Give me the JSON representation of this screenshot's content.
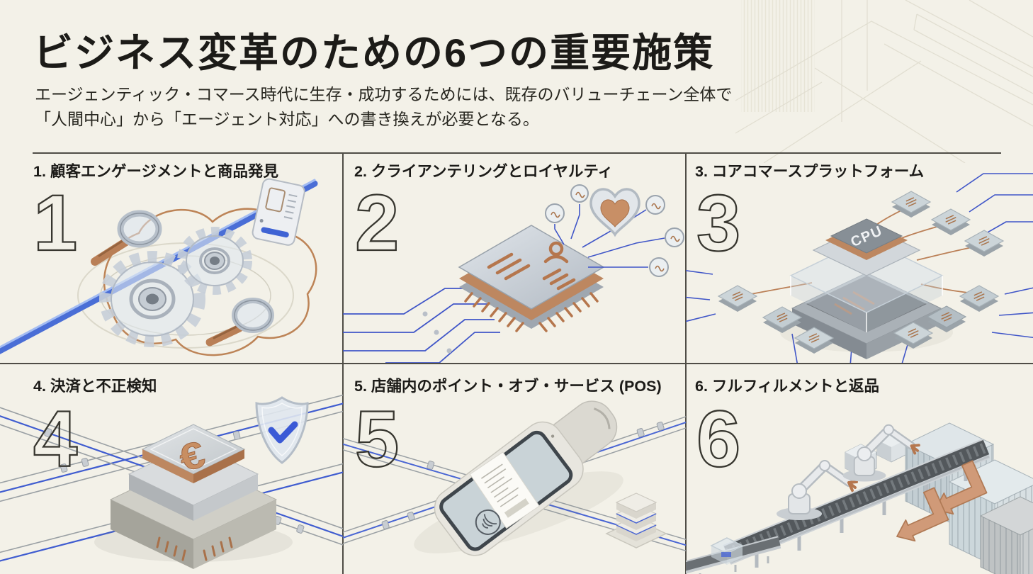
{
  "page": {
    "title": "ビジネス変革のための6つの重要施策",
    "subtitle_line1": "エージェンティック・コマース時代に生存・成功するためには、既存のバリューチェーン全体で",
    "subtitle_line2": "「人間中心」から「エージェント対応」への書き換えが必要となる。"
  },
  "colors": {
    "background": "#f3f1e8",
    "divider": "#4f4d46",
    "heading_text": "#1c1b18",
    "body_text": "#27261f",
    "outline_number_stroke": "#37362f",
    "accent_blue": "#3f5ed2",
    "copper": "#bd8054",
    "metal_silver": "#ccd4da"
  },
  "panels": [
    {
      "number": "1",
      "label": "1. 顧客エンゲージメントと商品発見",
      "icons": [
        "gear-icon",
        "magnifier-icon",
        "product-card-icon",
        "data-stream-icon"
      ]
    },
    {
      "number": "2",
      "label": "2. クライアンテリングとロイヤルティ",
      "icons": [
        "customer-chip-icon",
        "heart-icon",
        "loyalty-node-icon",
        "circuit-trace-icon"
      ]
    },
    {
      "number": "3",
      "label": "3. コアコマースプラットフォーム",
      "cpu_label": "CPU",
      "icons": [
        "cpu-stack-icon",
        "satellite-chip-icon",
        "circuit-trace-icon"
      ]
    },
    {
      "number": "4",
      "label": "4. 決済と不正検知",
      "currency_symbol": "€",
      "icons": [
        "payment-platform-icon",
        "euro-symbol",
        "shield-check-icon",
        "network-wire-icon"
      ]
    },
    {
      "number": "5",
      "label": "5. 店舗内のポイント・オブ・サービス (POS)",
      "icons": [
        "pos-terminal-icon",
        "receipt-icon",
        "contactless-icon",
        "server-stack-icon",
        "network-wire-icon"
      ]
    },
    {
      "number": "6",
      "label": "6. フルフィルメントと返品",
      "icons": [
        "robot-arm-icon",
        "conveyor-icon",
        "shipping-container-icon",
        "return-arrows-icon"
      ]
    }
  ]
}
